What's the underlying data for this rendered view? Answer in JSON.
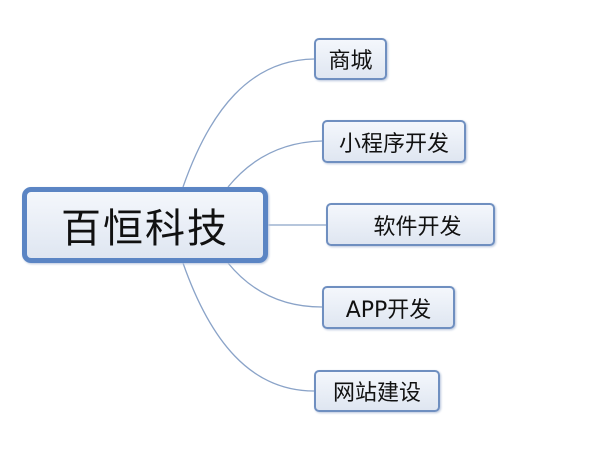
{
  "central_topic": "百恒科技",
  "branches": [
    {
      "label": "商城"
    },
    {
      "label": "小程序开发"
    },
    {
      "label": "软件开发"
    },
    {
      "label": "APP开发"
    },
    {
      "label": "网站建设"
    }
  ],
  "colors": {
    "border": "#5b85c4",
    "line": "#8aa3c8",
    "fill": "#e6ecf5"
  }
}
